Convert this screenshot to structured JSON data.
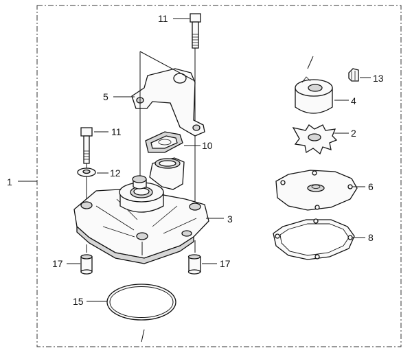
{
  "callouts": {
    "c1": "1",
    "c2": "2",
    "c3": "3",
    "c4": "4",
    "c5": "5",
    "c6": "6",
    "c8": "8",
    "c10": "10",
    "c11_top": "11",
    "c11_left": "11",
    "c12": "12",
    "c13": "13",
    "c15": "15",
    "c17_left": "17",
    "c17_right": "17"
  },
  "colors": {
    "line": "#111111",
    "background": "#ffffff"
  }
}
